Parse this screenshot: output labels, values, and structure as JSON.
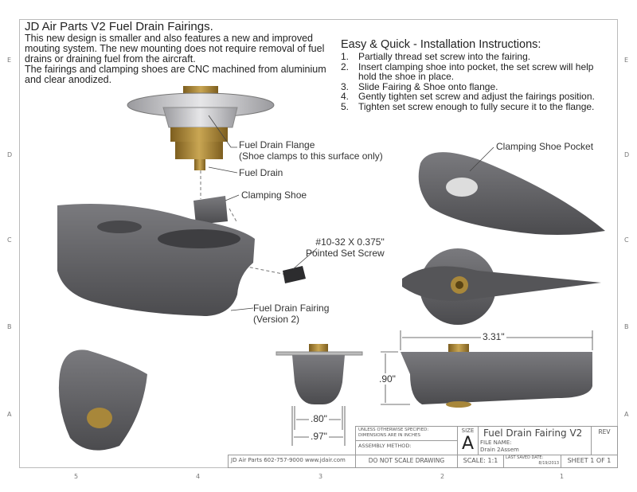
{
  "zones": {
    "rows": [
      "E",
      "D",
      "C",
      "B",
      "A"
    ],
    "columns": [
      "5",
      "4",
      "3",
      "2",
      "1"
    ]
  },
  "intro": {
    "title": "JD Air Parts V2 Fuel Drain Fairings.",
    "lines": [
      "This new design is smaller and also features a new and improved",
      "mouting system. The new mounting does not require removal of fuel",
      "drains or draining fuel from the aircraft.",
      "The fairings and clamping shoes are CNC machined from aluminium",
      "and clear anodized."
    ]
  },
  "instructions": {
    "heading": "Easy & Quick - Installation Instructions:",
    "steps": [
      {
        "num": "1.",
        "lines": [
          "Partially thread set screw into the fairing."
        ]
      },
      {
        "num": "2.",
        "lines": [
          "Insert clamping shoe into pocket, the set screw will help",
          "hold the shoe in place."
        ]
      },
      {
        "num": "3.",
        "lines": [
          "Slide Fairing & Shoe onto flange."
        ]
      },
      {
        "num": "4.",
        "lines": [
          "Gently tighten set screw and adjust the fairings position."
        ]
      },
      {
        "num": "5.",
        "lines": [
          "Tighten set screw enough to fully secure it to the flange."
        ]
      }
    ]
  },
  "callouts": {
    "flange": [
      "Fuel Drain Flange",
      "(Shoe clamps to this surface only)"
    ],
    "drain": "Fuel Drain",
    "shoe": "Clamping Shoe",
    "screw": [
      "#10-32 X 0.375\"",
      "Pointed Set Screw"
    ],
    "fairing": [
      "Fuel Drain Fairing",
      "(Version 2)"
    ],
    "pocket": "Clamping Shoe Pocket"
  },
  "dimensions": {
    "length": "3.31\"",
    "height": ".90\"",
    "inner_width": ".80\"",
    "outer_width": ".97\""
  },
  "title_block": {
    "tolerance_note": [
      "UNLESS OTHERWISE SPECIFIED:",
      "DIMENSIONS ARE IN INCHES"
    ],
    "assembly_method": "ASSEMBLY METHOD:",
    "size_label": "SIZE",
    "size": "A",
    "title": "Fuel Drain Fairing V2",
    "rev_label": "REV",
    "file_name_label": "FILE NAME:",
    "file_name": "Drain 2Assem",
    "company": "JD Air Parts 602-757-9000 www.jdair.com",
    "no_scale": "DO NOT SCALE DRAWING",
    "scale": "SCALE: 1:1",
    "last_saved_label": "LAST SAVED DATE:",
    "last_saved": "8/19/2013",
    "sheet": "SHEET 1 OF 1"
  },
  "colors": {
    "part_gray": "#5f5f62",
    "brass": "#a8873a",
    "aluminium": "#c9c9cc",
    "border": "#bbbbbb"
  }
}
